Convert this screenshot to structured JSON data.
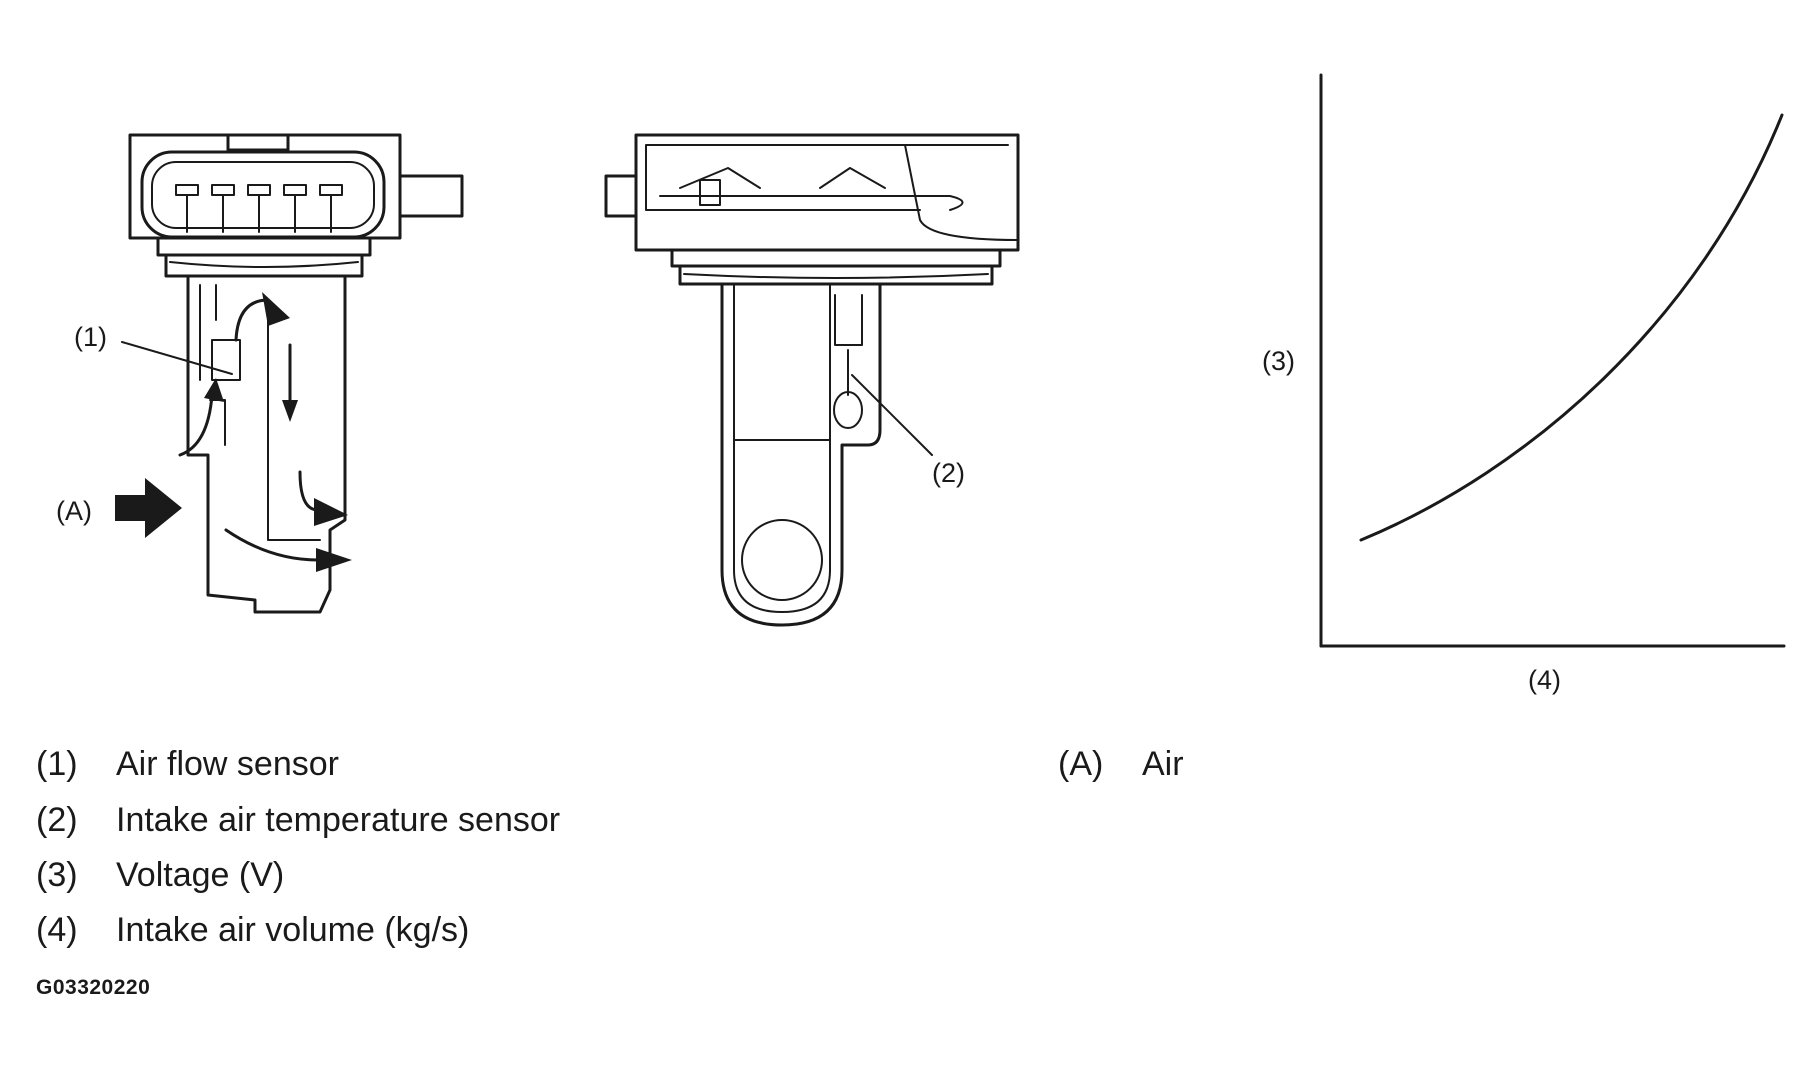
{
  "callouts": {
    "c1": "(1)",
    "c2": "(2)",
    "c3": "(3)",
    "c4": "(4)",
    "cA": "(A)"
  },
  "legend": [
    {
      "num": "(1)",
      "text": "Air flow sensor"
    },
    {
      "num": "(2)",
      "text": "Intake air temperature sensor"
    },
    {
      "num": "(3)",
      "text": "Voltage (V)"
    },
    {
      "num": "(4)",
      "text": "Intake air volume (kg/s)"
    }
  ],
  "legend_air": {
    "num": "(A)",
    "text": "Air"
  },
  "figure_code": "G03320220",
  "chart_data": {
    "type": "line",
    "xlabel": "(4)",
    "ylabel": "(3)",
    "curve": "increasing, concave-up"
  }
}
